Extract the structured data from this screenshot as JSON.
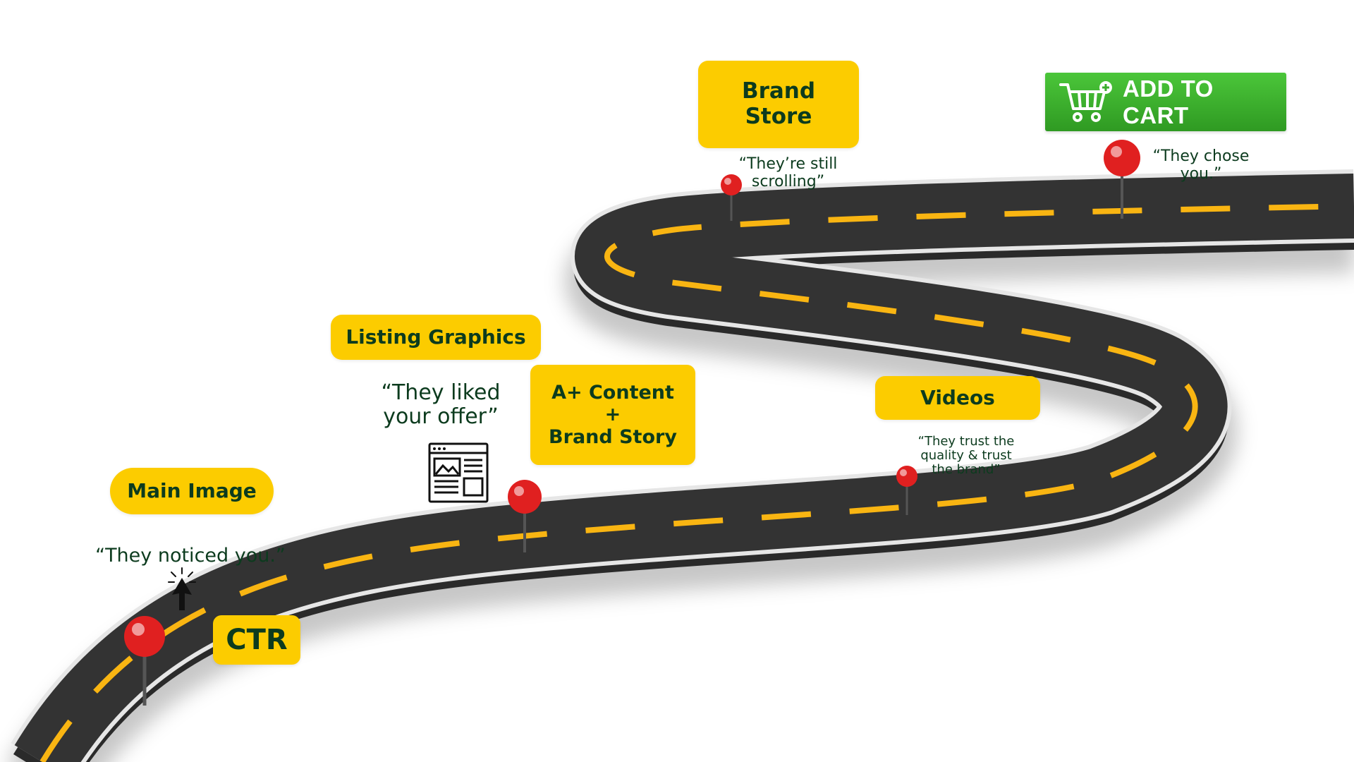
{
  "cta": {
    "label": "ADD TO CART",
    "color": "#3aad2c"
  },
  "steps": [
    {
      "label": "Main Image",
      "quote": "“They noticed you.”"
    },
    {
      "label": "CTR",
      "quote": ""
    },
    {
      "label": "Listing Graphics",
      "quote": "“They liked\nyour offer”"
    },
    {
      "label": "A+ Content\n+\nBrand Story",
      "quote": ""
    },
    {
      "label": "Brand\nStore",
      "quote": "“They’re still\nscrolling”"
    },
    {
      "label": "Videos",
      "quote": "“They trust the\nquality & trust\nthe brand”"
    },
    {
      "label": "",
      "quote": "“They chose\nyou.”"
    }
  ],
  "colors": {
    "label_bg": "#fccc00",
    "label_text": "#0c3b1e",
    "road": "#333333",
    "road_edge": "#e6e6e6",
    "dash": "#f9b512",
    "pin": "#e02020"
  },
  "icons": [
    "cursor-click-icon",
    "webpage-layout-icon",
    "shopping-cart-icon",
    "map-pin-icon"
  ]
}
